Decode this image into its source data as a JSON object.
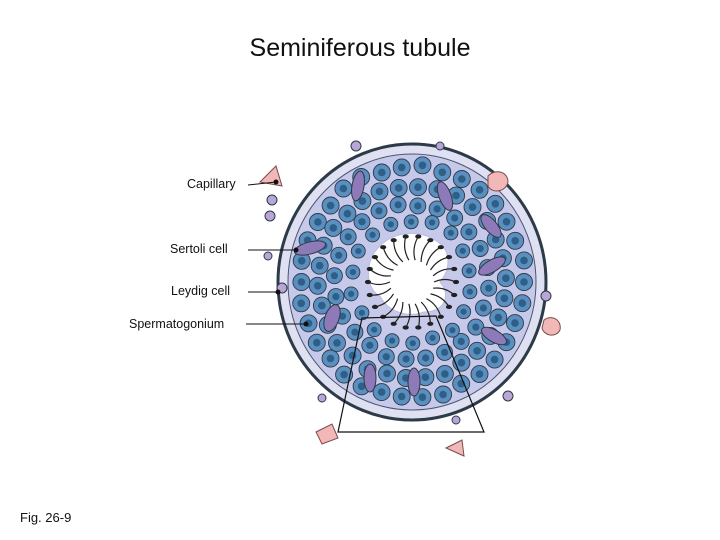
{
  "slide": {
    "title": "Seminiferous tubule",
    "figure_label": "Fig. 26-9"
  },
  "labels": {
    "capillary": "Capillary",
    "sertoli": "Sertoli cell",
    "leydig": "Leydig cell",
    "spermatogonium": "Spermatogonium"
  },
  "colors": {
    "cytoplasm": "#c7c9ea",
    "spermatocyte_cell": "#5b8fc0",
    "nucleus": "#2e5f86",
    "sertoli": "#8e7ab8",
    "capillary": "#f2b8b8",
    "leydig": "#b7a6d6",
    "outline": "#2d3a48"
  }
}
